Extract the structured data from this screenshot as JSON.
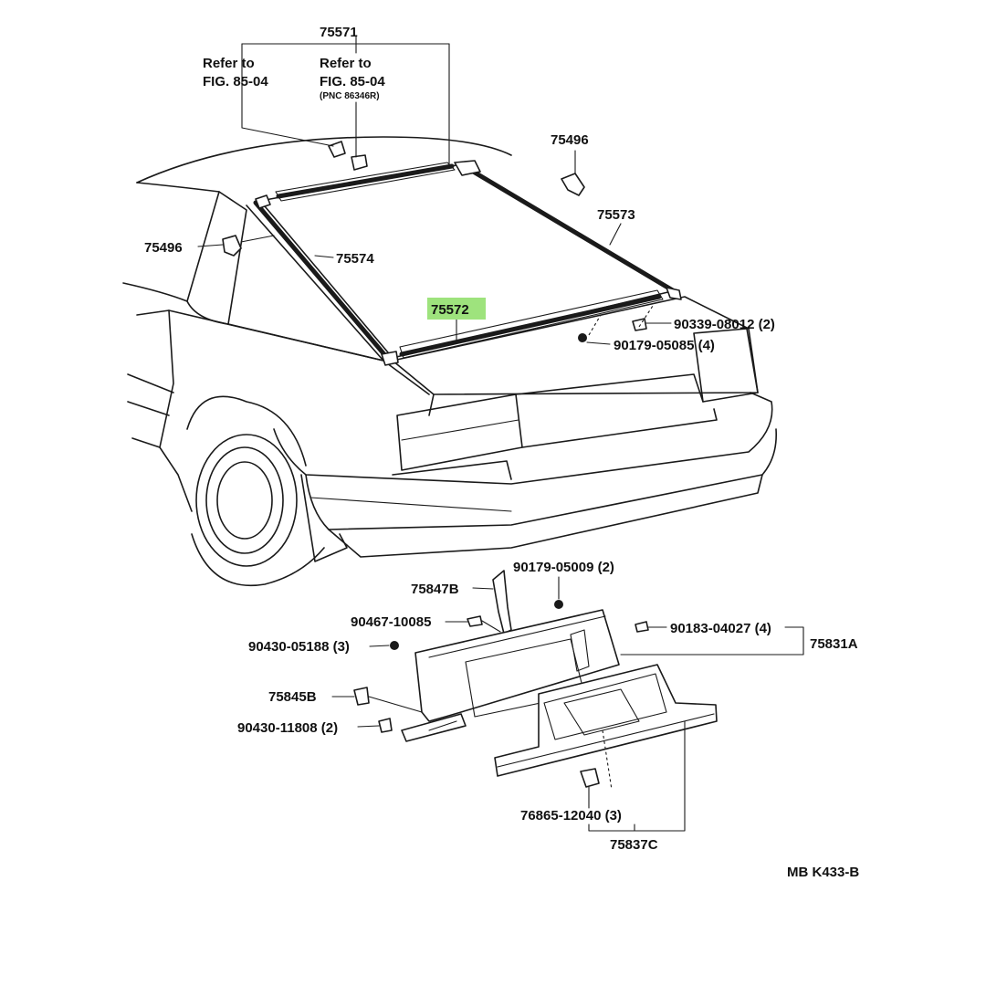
{
  "labels": {
    "p75571": "75571",
    "refer_left_1": "Refer to",
    "refer_left_2": "FIG. 85-04",
    "refer_right_1": "Refer to",
    "refer_right_2": "FIG. 85-04",
    "refer_right_3": "(PNC 86346R)",
    "p75496_right": "75496",
    "p75573": "75573",
    "p75496_left": "75496",
    "p75574": "75574",
    "p75572": "75572",
    "p90339": "90339-08012 (2)",
    "p90179_a": "90179-05085 (4)",
    "p90179_b": "90179-05009 (2)",
    "p75847B": "75847B",
    "p90467": "90467-10085",
    "p90183": "90183-04027 (4)",
    "p75831A": "75831A",
    "p90430_a": "90430-05188 (3)",
    "p75845B": "75845B",
    "p90430_b": "90430-11808 (2)",
    "p76865": "76865-12040 (3)",
    "p75837C": "75837C",
    "code": "MB  K433-B"
  },
  "colors": {
    "highlight": "#9ee37d",
    "ink": "#1a1a1a",
    "background": "#ffffff"
  }
}
